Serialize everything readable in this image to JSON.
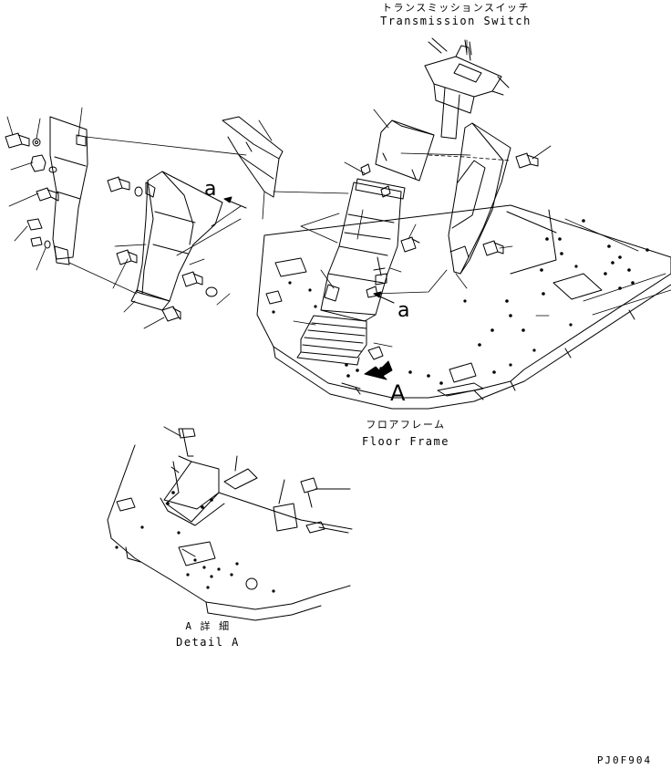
{
  "labels": {
    "transmission_switch_jp": "トランスミッションスイッチ",
    "transmission_switch_en": "Transmission Switch",
    "floor_frame_jp": "フロアフレーム",
    "floor_frame_en": "Floor Frame",
    "detail_a_jp": "A 詳 細",
    "detail_a_en": "Detail A",
    "view_a_upper": "a",
    "view_a_lower": "a",
    "view_A": "A",
    "drawing_code": "PJ0F904"
  },
  "colors": {
    "line": "#000000",
    "background": "#ffffff"
  }
}
